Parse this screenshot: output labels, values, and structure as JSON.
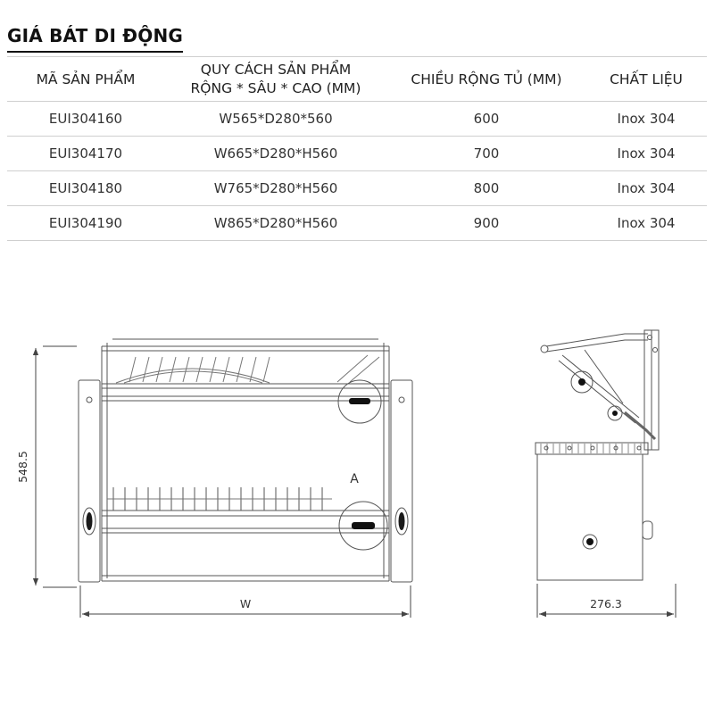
{
  "page": {
    "title": "GIÁ BÁT DI ĐỘNG"
  },
  "table": {
    "headers": {
      "product_code": "MÃ SẢN PHẨM",
      "spec_line1": "QUY CÁCH SẢN PHẨM",
      "spec_line2": "RỘNG * SÂU * CAO (MM)",
      "cabinet_width": "CHIỀU RỘNG TỦ (MM)",
      "material": "CHẤT LIỆU"
    },
    "rows": [
      {
        "code": "EUI304160",
        "spec": "W565*D280*560",
        "cabinet_width": "600",
        "material": "Inox 304"
      },
      {
        "code": "EUI304170",
        "spec": "W665*D280*H560",
        "cabinet_width": "700",
        "material": "Inox 304"
      },
      {
        "code": "EUI304180",
        "spec": "W765*D280*H560",
        "cabinet_width": "800",
        "material": "Inox 304"
      },
      {
        "code": "EUI304190",
        "spec": "W865*D280*H560",
        "cabinet_width": "900",
        "material": "Inox 304"
      }
    ]
  },
  "drawing": {
    "front_height": "548.5",
    "front_width": "W",
    "detail_label": "A",
    "side_depth": "276.3"
  },
  "colors": {
    "line": "#4a4a4a",
    "table_border": "#cfcfcf",
    "text": "#333333"
  }
}
